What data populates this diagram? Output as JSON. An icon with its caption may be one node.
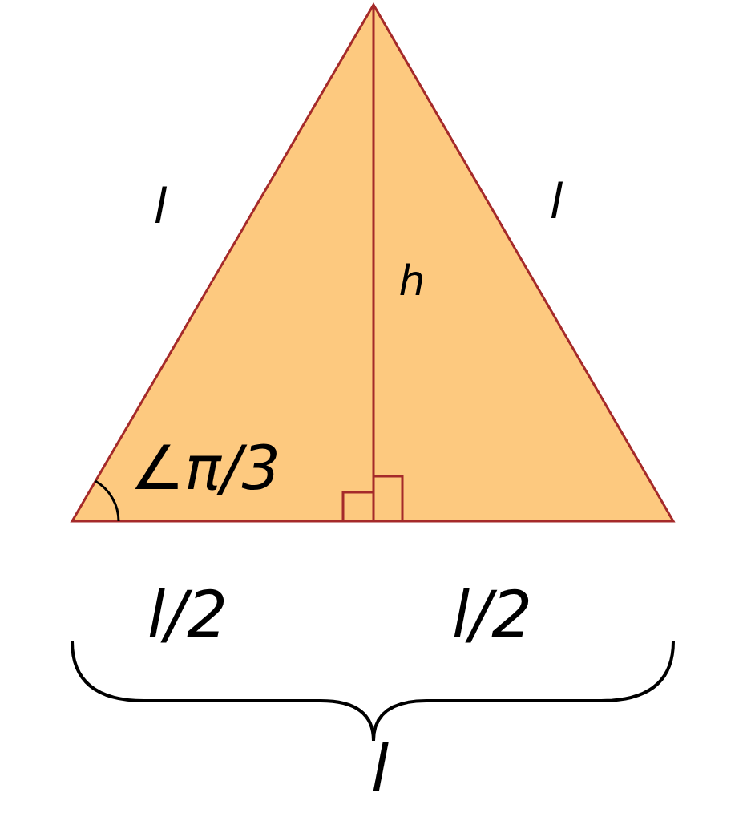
{
  "diagram": {
    "labels": [
      "l",
      "l",
      "h",
      "∠π/3",
      "l/2",
      "l/2",
      "l"
    ]
  }
}
